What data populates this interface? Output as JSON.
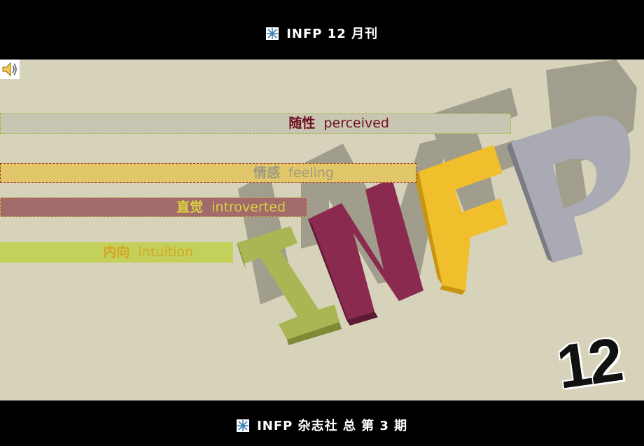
{
  "header": {
    "logo_text": "INFP",
    "number": "12",
    "title_suffix": "月刊"
  },
  "footer": {
    "text": "INFP 杂志社 总 第 3 期"
  },
  "bands": [
    {
      "cn": "随性",
      "en": "perceived",
      "color": "#6e1023"
    },
    {
      "cn": "情感",
      "en": "feeling",
      "color": "#9f9b83"
    },
    {
      "cn": "直觉",
      "en": "introverted",
      "color": "#d8d043"
    },
    {
      "cn": "内向",
      "en": "intuition",
      "color": "#d6a623"
    }
  ],
  "art": {
    "letters": [
      "I",
      "N",
      "F",
      "P"
    ],
    "letter_colors": [
      "#aab554",
      "#8a2a4e",
      "#f1bf2c",
      "#a9aab3"
    ],
    "big_number": "12"
  },
  "icons": {
    "speaker": "speaker-icon",
    "snowflake": "snowflake-icon"
  }
}
